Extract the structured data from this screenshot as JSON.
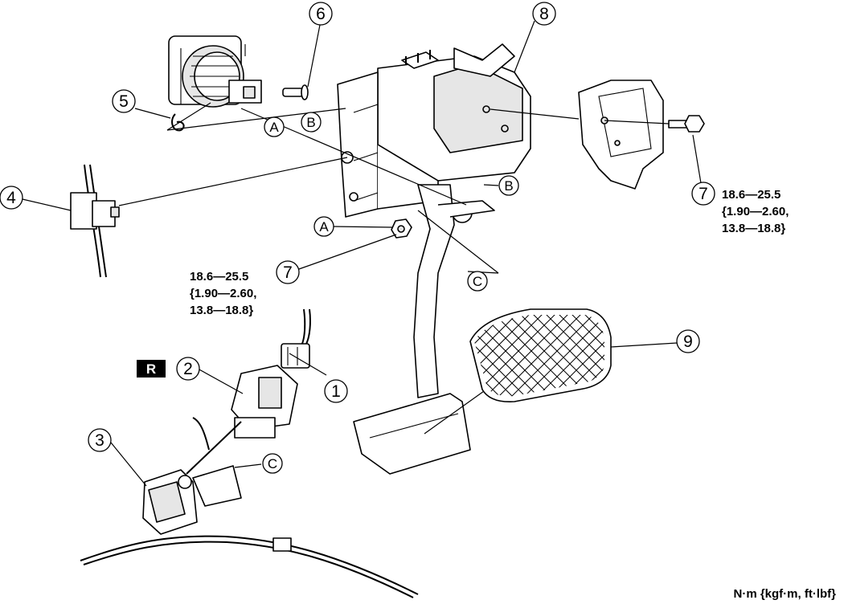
{
  "callouts": {
    "c1": "1",
    "c2": "2",
    "c3": "3",
    "c4": "4",
    "c5": "5",
    "c6": "6",
    "c7a": "7",
    "c7b": "7",
    "c8": "8",
    "c9": "9"
  },
  "letters": {
    "A_top": "A",
    "B_top": "B",
    "B_mid": "B",
    "A_mid": "A",
    "C_mid": "C",
    "C_low": "C"
  },
  "torque_right": {
    "line1": "18.6—25.5",
    "line2": "{1.90—2.60,",
    "line3": "13.8—18.8}"
  },
  "torque_left": {
    "line1": "18.6—25.5",
    "line2": "{1.90—2.60,",
    "line3": "13.8—18.8}"
  },
  "badge": "R",
  "units": "N·m {kgf·m, ft·lbf}"
}
